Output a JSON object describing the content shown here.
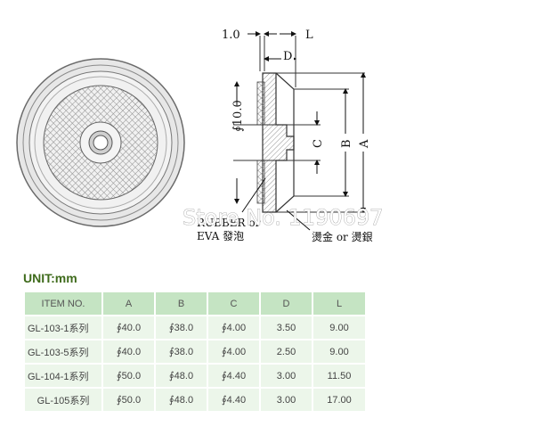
{
  "drawing": {
    "dim_1_0": "1.0",
    "dim_L": "L",
    "dim_D": "D",
    "dim_phi10": "∮10.0",
    "dim_C": "C",
    "dim_B": "B",
    "dim_A": "A",
    "note_material_line1": "RUBBER or",
    "note_material_line2": "EVA 發泡",
    "note_finish": "燙金 or 燙銀",
    "watermark": "Store No. 1190697"
  },
  "unit_label": "UNIT:mm",
  "table": {
    "headers": [
      "ITEM NO.",
      "A",
      "B",
      "C",
      "D",
      "L"
    ],
    "rows": [
      [
        "GL-103-1系列",
        "∮40.0",
        "∮38.0",
        "∮4.00",
        "3.50",
        "9.00"
      ],
      [
        "GL-103-5系列",
        "∮40.0",
        "∮38.0",
        "∮4.00",
        "2.50",
        "9.00"
      ],
      [
        "GL-104-1系列",
        "∮50.0",
        "∮48.0",
        "∮4.40",
        "3.00",
        "11.50"
      ],
      [
        "GL-105系列",
        "∮50.0",
        "∮48.0",
        "∮4.40",
        "3.00",
        "17.00"
      ]
    ]
  }
}
